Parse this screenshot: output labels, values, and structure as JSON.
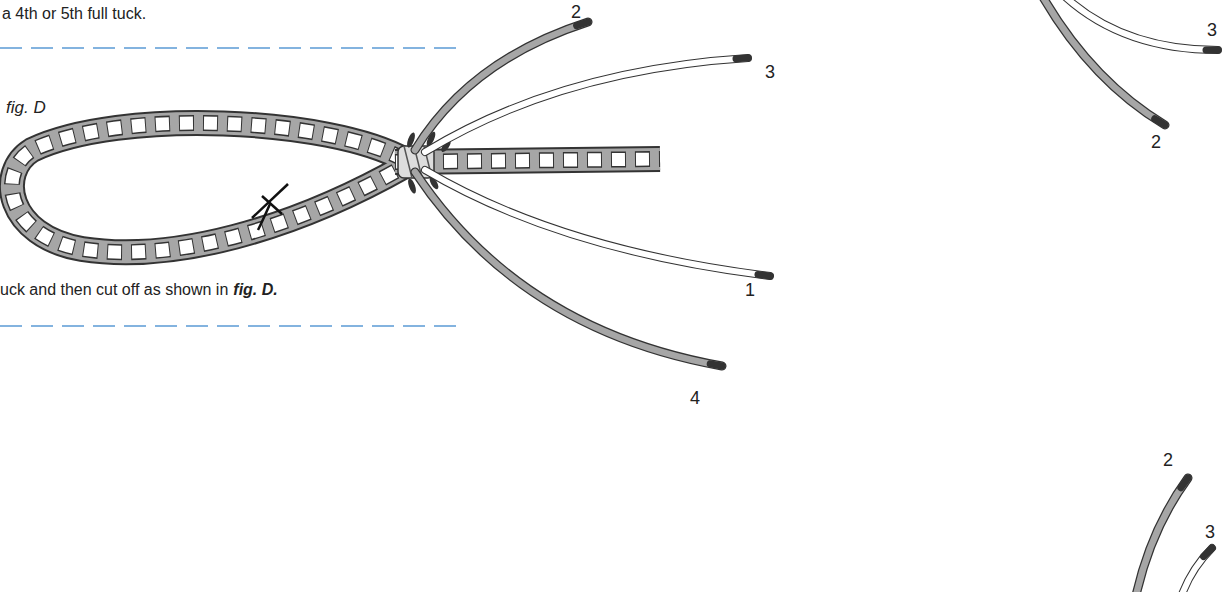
{
  "diagram": {
    "labels": [
      "a 4th or 5th full tuck.",
      "fig. D",
      "uck and then cut off as shown in",
      "fig. D.",
      "2",
      "3",
      "1",
      "4",
      "3",
      "2",
      "2",
      "3"
    ]
  }
}
